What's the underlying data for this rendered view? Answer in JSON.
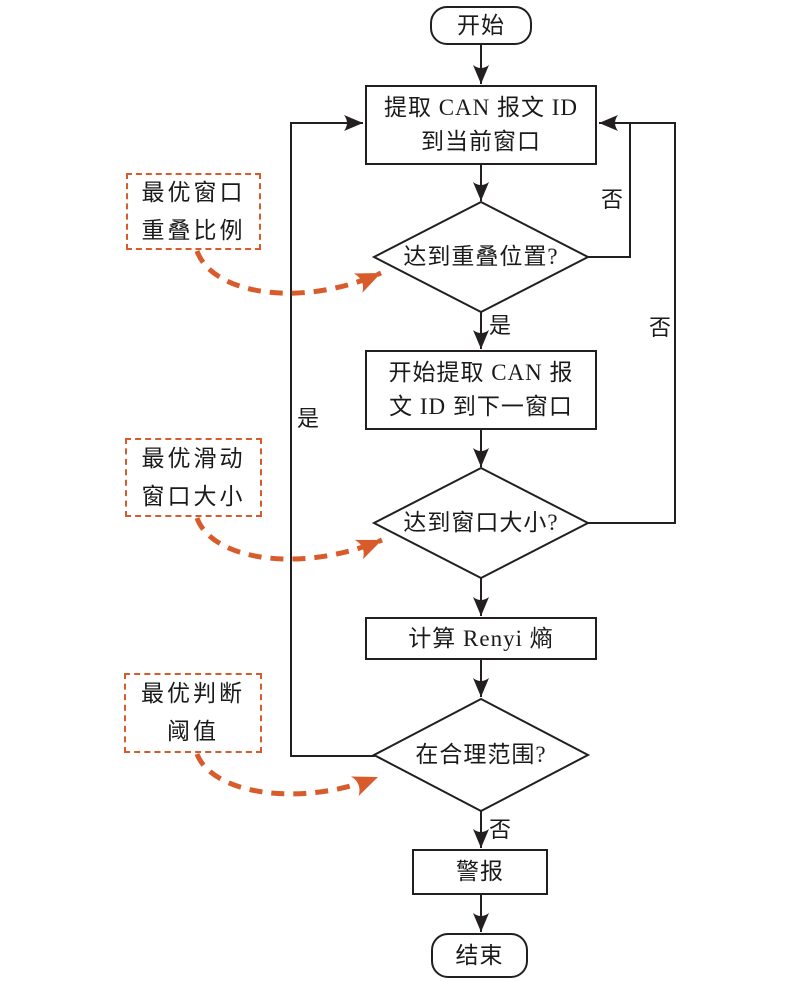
{
  "nodes": {
    "start": {
      "label": "开始"
    },
    "extract_current": {
      "line1": "提取 CAN 报文 ID",
      "line2": "到当前窗口"
    },
    "overlap_check": {
      "label": "达到重叠位置?"
    },
    "extract_next": {
      "line1": "开始提取 CAN 报",
      "line2": "文 ID 到下一窗口"
    },
    "window_check": {
      "label": "达到窗口大小?"
    },
    "renyi": {
      "label": "计算 Renyi 熵"
    },
    "range_check": {
      "label": "在合理范围?"
    },
    "alarm": {
      "label": "警报"
    },
    "end": {
      "label": "结束"
    }
  },
  "annotations": {
    "overlap_ratio": {
      "line1": "最优窗口",
      "line2": "重叠比例"
    },
    "sliding_window": {
      "line1": "最优滑动",
      "line2": "窗口大小"
    },
    "threshold": {
      "line1": "最优判断",
      "line2": "阈值"
    }
  },
  "edge_labels": {
    "overlap_yes": "是",
    "overlap_no": "否",
    "window_no": "否",
    "range_yes": "是",
    "range_no": "否"
  },
  "colors": {
    "line": "#231f20",
    "annotation_accent": "#d85c2b",
    "background": "#ffffff"
  }
}
